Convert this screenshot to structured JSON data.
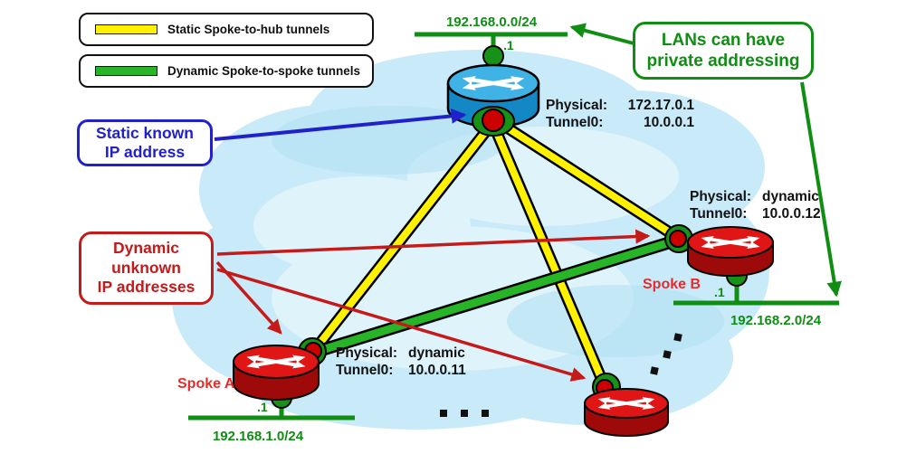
{
  "legend": {
    "items": [
      {
        "label": "Static Spoke-to-hub tunnels",
        "swatch_color": "#FFF100"
      },
      {
        "label": "Dynamic Spoke-to-spoke tunnels",
        "swatch_color": "#27B427"
      }
    ]
  },
  "callouts": {
    "static_ip": {
      "text": "Static known\nIP address",
      "color": "#2121CC"
    },
    "dynamic_ip": {
      "text": "Dynamic\nunknown\nIP addresses",
      "color": "#C41A1A"
    },
    "lans": {
      "text": "LANs can have\nprivate addressing",
      "color": "#0F8E13"
    }
  },
  "hub": {
    "rows": [
      {
        "label": "Physical:",
        "value": "172.17.0.1"
      },
      {
        "label": "Tunnel0:",
        "value": "10.0.0.1"
      }
    ],
    "lan": {
      "subnet": "192.168.0.0/24",
      "host": ".1"
    }
  },
  "spoke_a": {
    "title": "Spoke A",
    "rows": [
      {
        "label": "Physical:",
        "value": "dynamic"
      },
      {
        "label": "Tunnel0:",
        "value": "10.0.0.11"
      }
    ],
    "lan": {
      "subnet": "192.168.1.0/24",
      "host": ".1"
    }
  },
  "spoke_b": {
    "title": "Spoke B",
    "rows": [
      {
        "label": "Physical:",
        "value": "dynamic"
      },
      {
        "label": "Tunnel0:",
        "value": "10.0.0.12"
      }
    ],
    "lan": {
      "subnet": "192.168.2.0/24",
      "host": ".1"
    }
  },
  "colors": {
    "lan_green": "#0F8E13",
    "tunnel_yellow": "#FFF100",
    "tunnel_green": "#27B427",
    "interface_green": "#179117",
    "interface_red": "#CC0000",
    "hub_router_top": "#3FB3E6",
    "hub_router_side": "#1488C4",
    "spoke_router_top": "#E01515",
    "spoke_router_side": "#9E0A0A",
    "callout_blue": "#2121CC",
    "callout_red": "#C41A1A",
    "cloud_blue": "#C9EAF8"
  }
}
